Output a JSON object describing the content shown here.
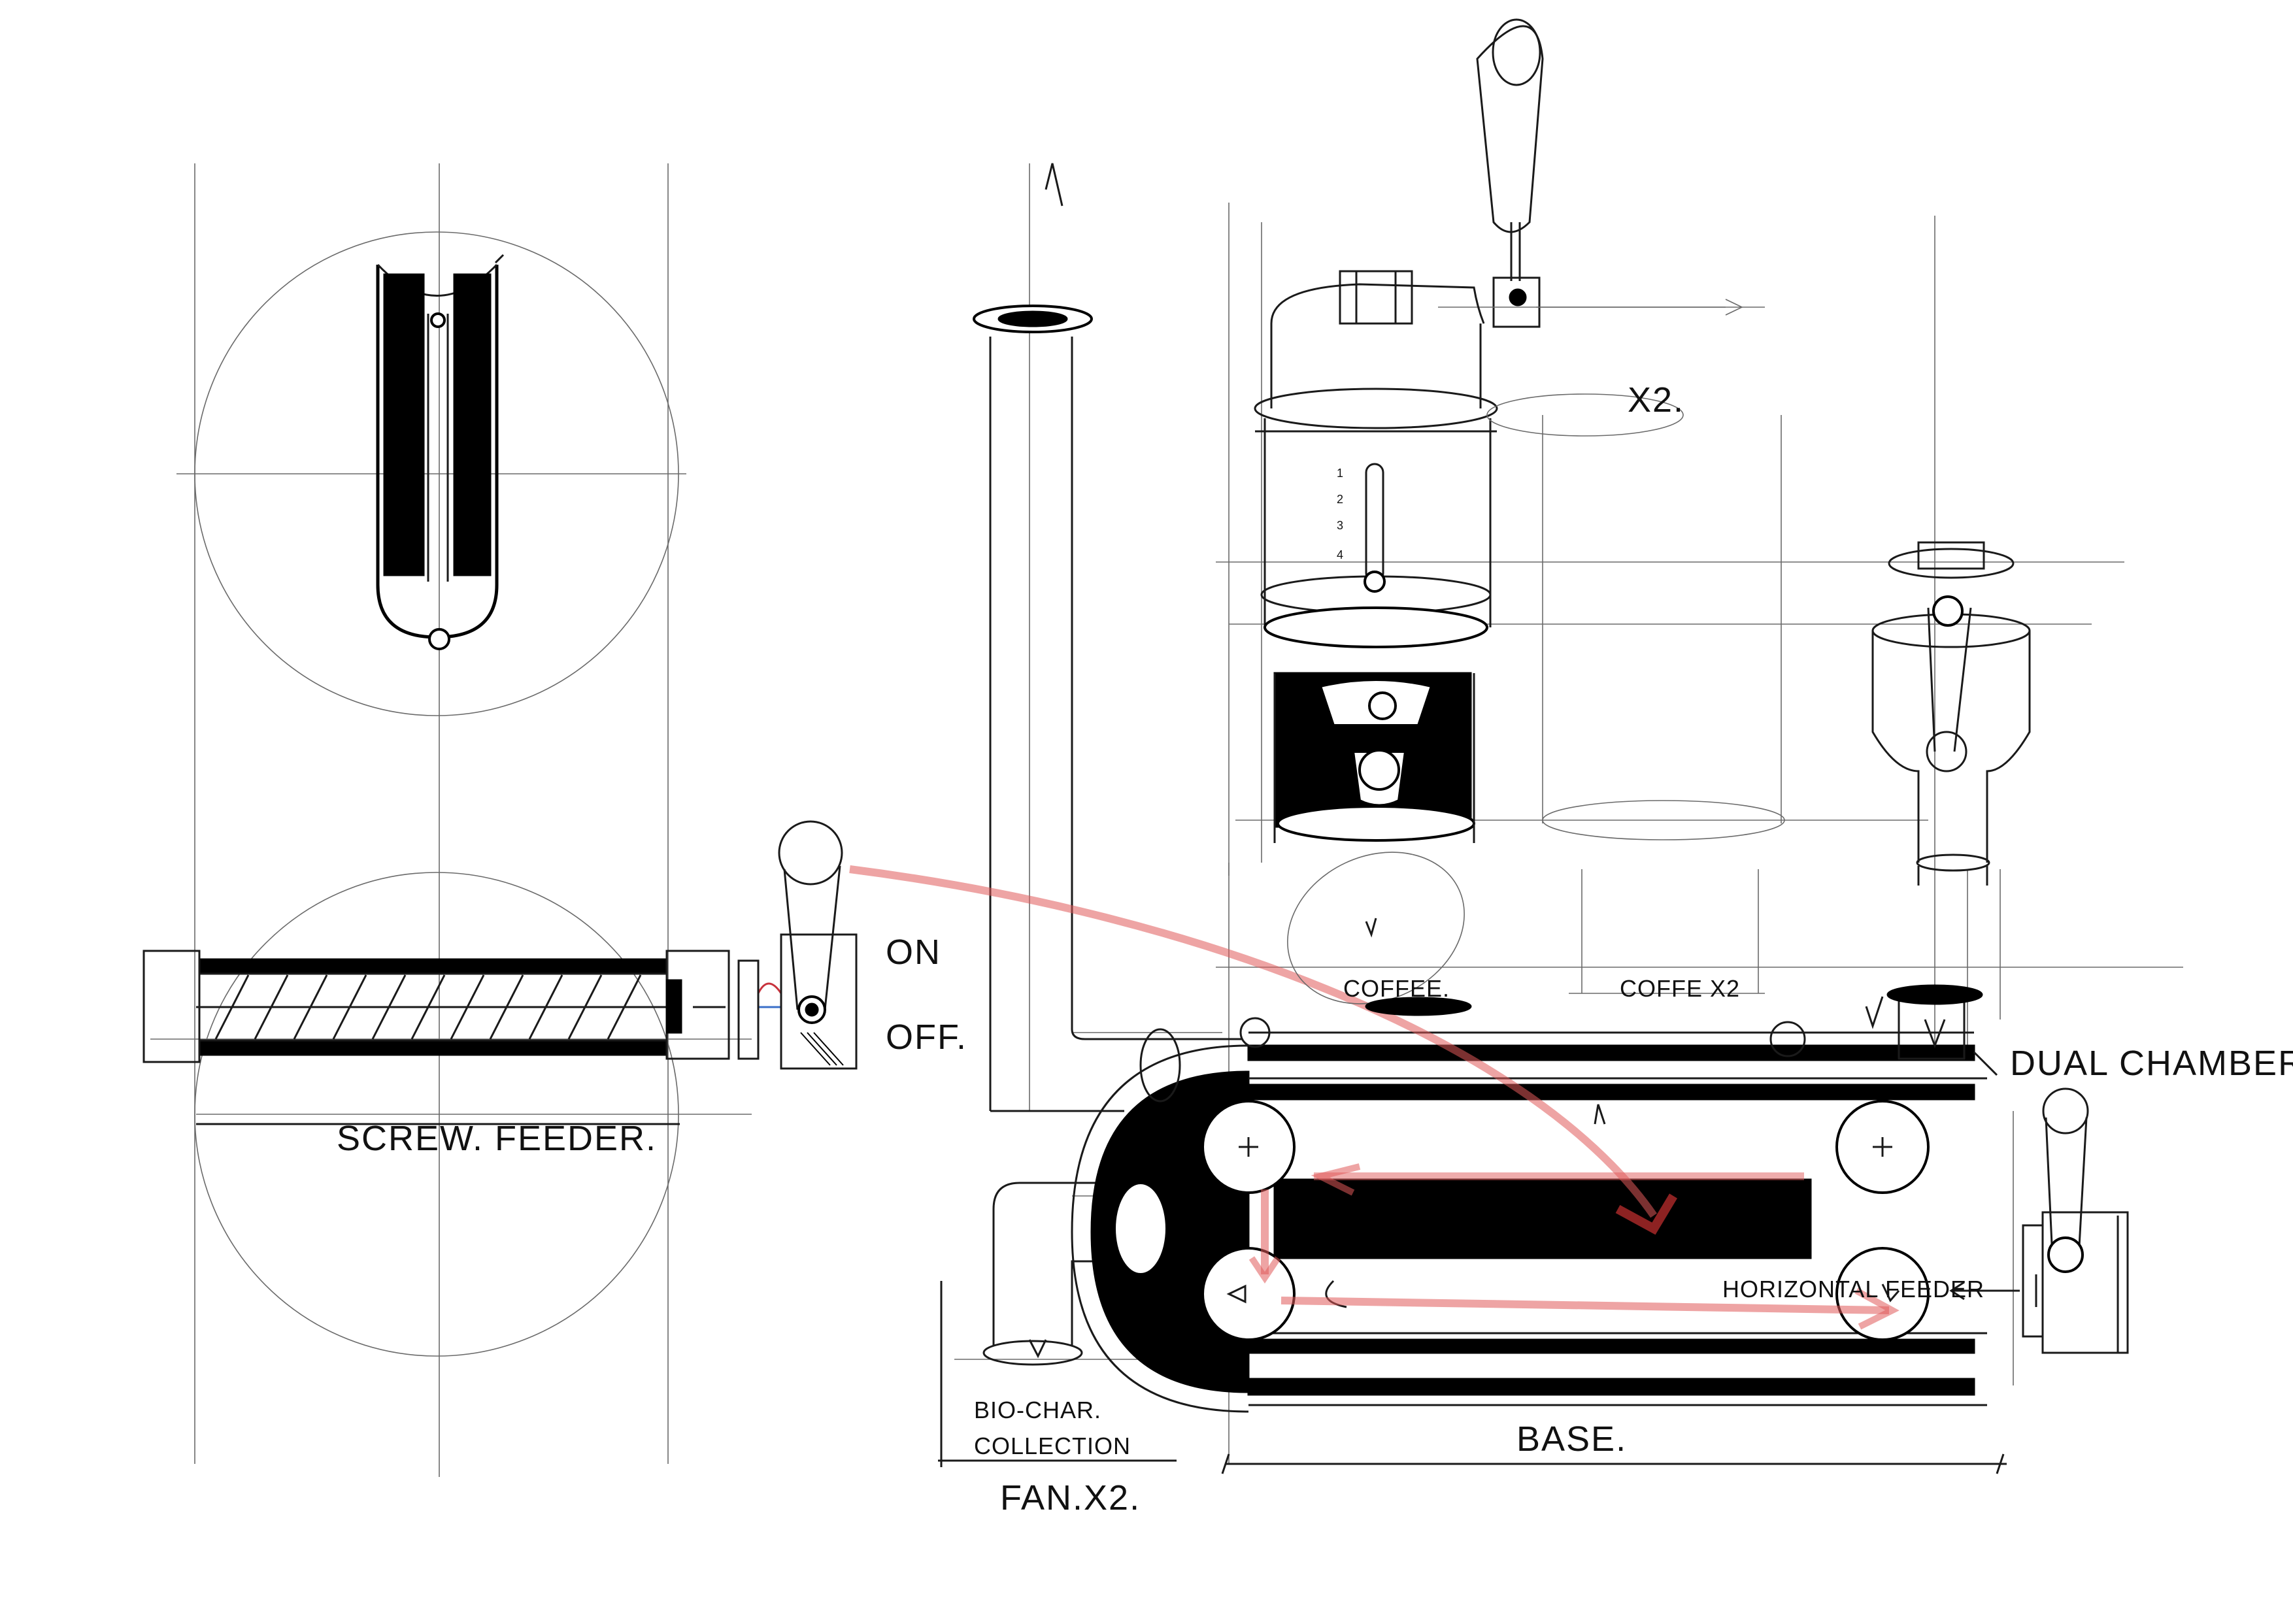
{
  "colors": {
    "ink": "#000000",
    "construction": "#6a6a6a",
    "flow_arrow": "#e05a5a",
    "paper": "#ffffff"
  },
  "labels": {
    "on": "ON",
    "off": "OFF.",
    "screw_feeder": "SCREW. FEEDER.",
    "x2": "X2.",
    "coffee": "COFFEE.",
    "coffee_x2": "COFFE X2",
    "dual_chamber": "DUAL CHAMBER",
    "horizontal_feeder": "HORIZONTAL FEEDER",
    "bio_char": "BIO-CHAR.",
    "collection": "COLLECTION",
    "base": "BASE.",
    "fan_x2": "FAN.X2."
  },
  "gauge_marks": [
    "1",
    "2",
    "3",
    "4"
  ]
}
